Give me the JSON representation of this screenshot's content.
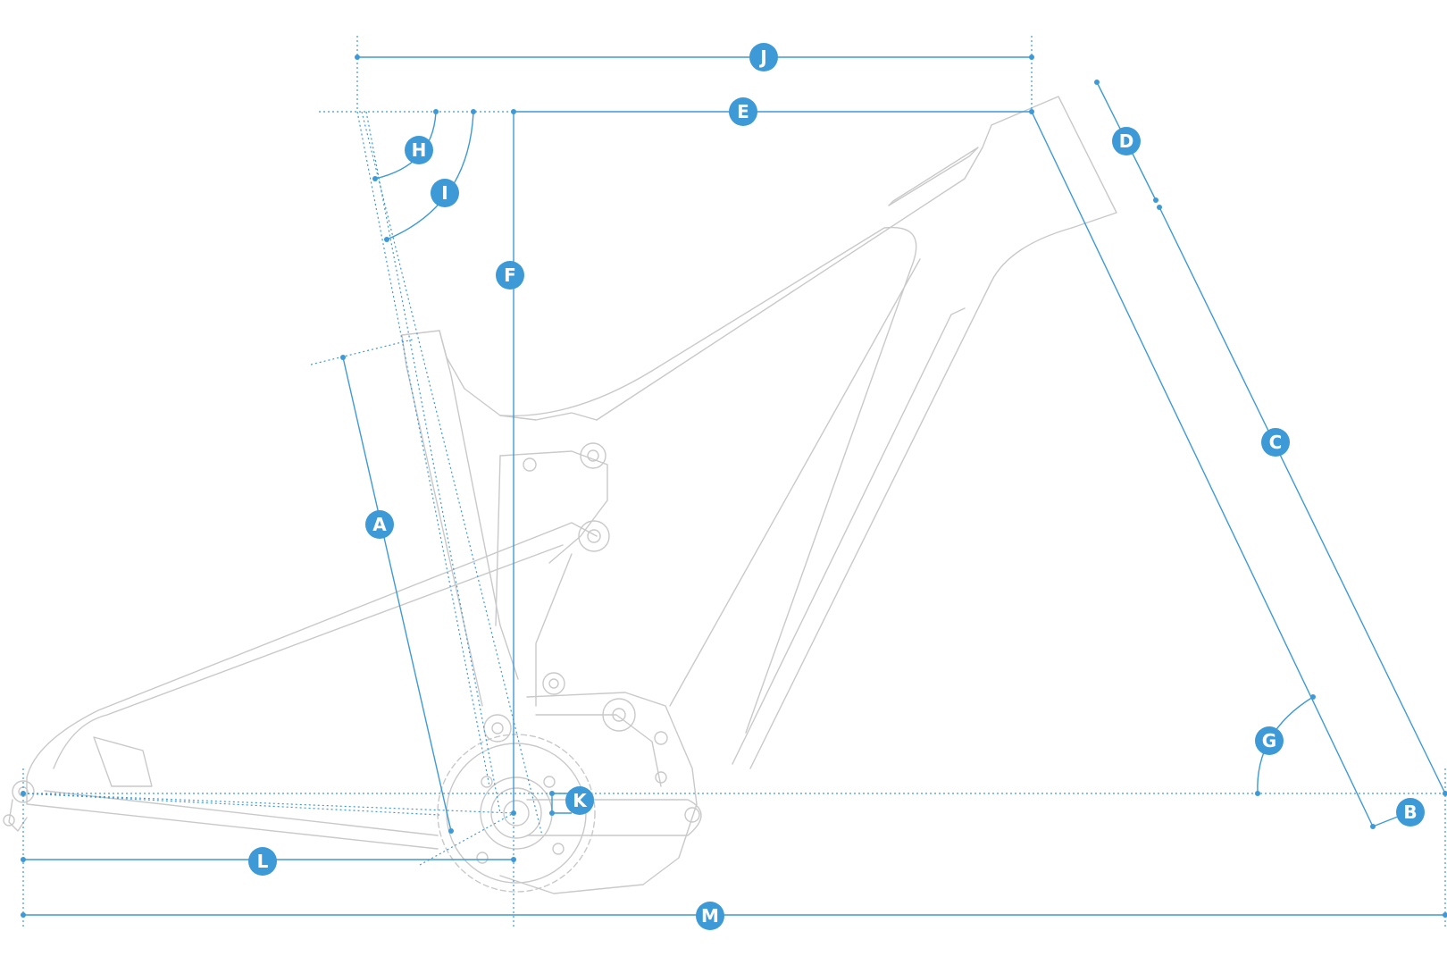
{
  "accent_color": "#3e9ad6",
  "frame_color": "#c9c9c9",
  "labels": {
    "A": "A",
    "B": "B",
    "C": "C",
    "D": "D",
    "E": "E",
    "F": "F",
    "G": "G",
    "H": "H",
    "I": "I",
    "J": "J",
    "K": "K",
    "L": "L",
    "M": "M"
  }
}
